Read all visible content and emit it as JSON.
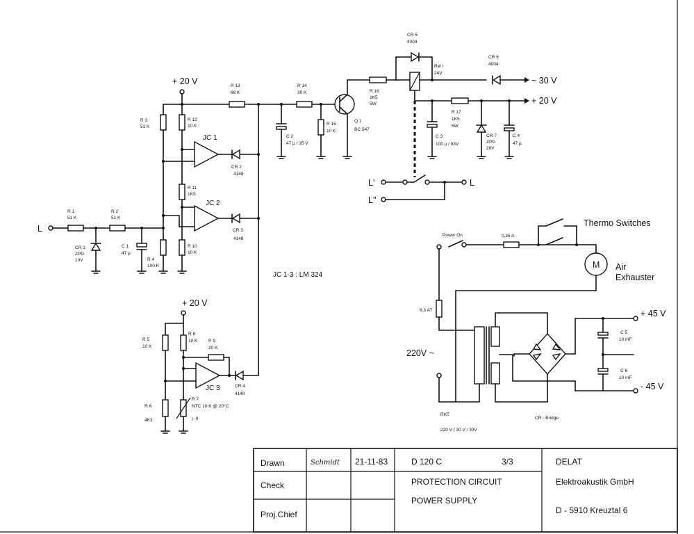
{
  "labels": {
    "plus20v_top": "+ 20 V",
    "plus20v_bot": "+ 20 V",
    "ic_note": "JC 1-3 :  LM 324",
    "input_L": "L",
    "sw_Lp": "L'",
    "sw_Lpp": "L\"",
    "sw_L": "L",
    "out30": "~ 30 V",
    "out20": "+ 20 V",
    "r1": "R 1",
    "r1v": "51 K",
    "r2": "R 2",
    "r2v": "51 K",
    "cr1": "CR 1",
    "cr1v": "ZPD",
    "cr1v2": "10V",
    "c1": "C 1",
    "c1v": "47 µ",
    "r4": "R 4",
    "r4v": "100 K",
    "r3": "R 3",
    "r3v": "51 K",
    "r12": "R 12",
    "r12v": "10 K",
    "r11": "R 11",
    "r11v": "1K5",
    "r10": "R 10",
    "r10v": "10 K",
    "ic1": "JC 1",
    "ic2": "JC 2",
    "ic3": "JC 3",
    "cr2": "CR 2",
    "cr2v": "4148",
    "cr3": "CR 3",
    "cr3v": "4148",
    "cr4": "CR 4",
    "cr4v": "4148",
    "r13": "R 13",
    "r13v": "68 K",
    "c2": "C 2",
    "c2v": "47 µ / 35 V",
    "r14": "R 14",
    "r14v": "30 K",
    "r15": "R 15",
    "r15v": "10 K",
    "q1": "Q 1",
    "q1v": "BC 547",
    "r16": "R 16",
    "r16v": "1K5",
    "r16w": "5W",
    "cr5": "CR 5",
    "cr5v": "4004",
    "rel": "Rel /",
    "relv": "24V",
    "cr6": "CR 6",
    "cr6v": "4004",
    "r17": "R 17",
    "r17v": "1K5",
    "r17w": "5W",
    "c3": "C 3",
    "c3v": "100 µ / 63V",
    "cr7": "CR 7",
    "cr7v": "ZPD",
    "cr7v2": "20V",
    "c4": "C 4",
    "c4v": "47 µ",
    "r5": "R 5",
    "r5v": "10 K",
    "r8": "R 8",
    "r8v": "10 K",
    "r9": "R 9",
    "r9v": "20 K",
    "r6": "R 6",
    "r6v": "4K3",
    "r7": "R 7",
    "r7v": "NTC 10 K @ 20°C",
    "theta": "|- ϑ",
    "power_on": "Power On",
    "fuse1": "0,25 A",
    "fuse2": "6,3 AT",
    "thermo": "Thermo Switches",
    "motor": "M",
    "air": "Air",
    "exhauster": "Exhauster",
    "mains": "220V ~",
    "tr": "RKT",
    "trv": "220 V / 30 V / 30V",
    "bridge": "CR - Bridge",
    "plus45": "+ 45 V",
    "minus45": "- 45 V",
    "c5": "C 5",
    "c5v": "10 mF",
    "c6": "C 6",
    "c6v": "10 mF"
  },
  "title_block": {
    "drawn": "Drawn",
    "drawn_sig": "Schmidt",
    "date": "21-11-83",
    "doc": "D 120 C",
    "sheet": "3/3",
    "check": "Check",
    "proj": "Proj.Chief",
    "title1": "PROTECTION   CIRCUIT",
    "title2": "POWER   SUPPLY",
    "company1": "DELAT",
    "company2": "Elektroakustik   GmbH",
    "company3": "D - 5910   Kreuztal  6"
  }
}
